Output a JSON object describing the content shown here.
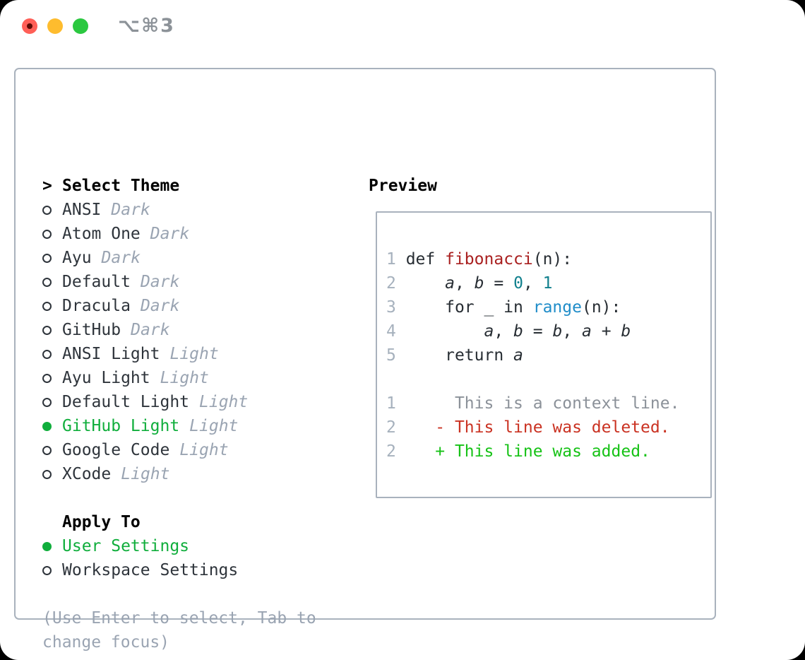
{
  "window": {
    "shortcut_title": "⌥⌘3",
    "traffic_lights": [
      {
        "name": "close",
        "color": "#ff5f57",
        "has_dot": true
      },
      {
        "name": "minimize",
        "color": "#febc2e",
        "has_dot": false
      },
      {
        "name": "maximize",
        "color": "#2bc840",
        "has_dot": false
      }
    ]
  },
  "theme_picker": {
    "header_prefix": ">",
    "header": "Select Theme",
    "items": [
      {
        "label": "ANSI",
        "variant": "Dark",
        "selected": false
      },
      {
        "label": "Atom One",
        "variant": "Dark",
        "selected": false
      },
      {
        "label": "Ayu",
        "variant": "Dark",
        "selected": false
      },
      {
        "label": "Default",
        "variant": "Dark",
        "selected": false
      },
      {
        "label": "Dracula",
        "variant": "Dark",
        "selected": false
      },
      {
        "label": "GitHub",
        "variant": "Dark",
        "selected": false
      },
      {
        "label": "ANSI Light",
        "variant": "Light",
        "selected": false
      },
      {
        "label": "Ayu Light",
        "variant": "Light",
        "selected": false
      },
      {
        "label": "Default Light",
        "variant": "Light",
        "selected": false
      },
      {
        "label": "GitHub Light",
        "variant": "Light",
        "selected": true
      },
      {
        "label": "Google Code",
        "variant": "Light",
        "selected": false
      },
      {
        "label": "XCode",
        "variant": "Light",
        "selected": false
      }
    ]
  },
  "apply_to": {
    "header": "Apply To",
    "items": [
      {
        "label": "User Settings",
        "selected": true
      },
      {
        "label": "Workspace Settings",
        "selected": false
      }
    ]
  },
  "hint_lines": [
    "(Use Enter to select, Tab to",
    "change focus)"
  ],
  "preview": {
    "header": "Preview",
    "lines": [
      {
        "num": "1",
        "tokens": [
          {
            "t": " def ",
            "s": "plain"
          },
          {
            "t": "fibonacci",
            "s": "func"
          },
          {
            "t": "(n):",
            "s": "plain"
          }
        ]
      },
      {
        "num": "2",
        "tokens": [
          {
            "t": "     ",
            "s": "plain"
          },
          {
            "t": "a",
            "s": "var"
          },
          {
            "t": ", ",
            "s": "plain"
          },
          {
            "t": "b",
            "s": "var"
          },
          {
            "t": " = ",
            "s": "plain"
          },
          {
            "t": "0",
            "s": "num"
          },
          {
            "t": ", ",
            "s": "plain"
          },
          {
            "t": "1",
            "s": "num"
          }
        ]
      },
      {
        "num": "3",
        "tokens": [
          {
            "t": "     for _ in ",
            "s": "plain"
          },
          {
            "t": "range",
            "s": "builtin"
          },
          {
            "t": "(n):",
            "s": "plain"
          }
        ]
      },
      {
        "num": "4",
        "tokens": [
          {
            "t": "         ",
            "s": "plain"
          },
          {
            "t": "a",
            "s": "var"
          },
          {
            "t": ", ",
            "s": "plain"
          },
          {
            "t": "b",
            "s": "var"
          },
          {
            "t": " = ",
            "s": "plain"
          },
          {
            "t": "b",
            "s": "var"
          },
          {
            "t": ", ",
            "s": "plain"
          },
          {
            "t": "a",
            "s": "var"
          },
          {
            "t": " + ",
            "s": "plain"
          },
          {
            "t": "b",
            "s": "var"
          }
        ]
      },
      {
        "num": "5",
        "tokens": [
          {
            "t": "     return ",
            "s": "plain"
          },
          {
            "t": "a",
            "s": "var"
          }
        ]
      },
      {
        "num": "",
        "tokens": []
      },
      {
        "num": "1",
        "tokens": [
          {
            "t": "      This is a context line.",
            "s": "context"
          }
        ]
      },
      {
        "num": "2",
        "tokens": [
          {
            "t": "    ",
            "s": "plain"
          },
          {
            "t": "- This line was deleted.",
            "s": "deleted"
          }
        ]
      },
      {
        "num": "2",
        "tokens": [
          {
            "t": "    ",
            "s": "plain"
          },
          {
            "t": "+ This line was added.",
            "s": "added"
          }
        ]
      }
    ]
  },
  "colors": {
    "ink": "#2e343b",
    "dim": "#9aa4b2",
    "green": "#10ae3c",
    "green_add": "#16c216",
    "red": "#ca3222",
    "red_dark": "#a92020",
    "teal": "#11808d",
    "blue": "#208dc9",
    "code": "#272d33",
    "ln": "#a6b1bd",
    "ctx": "#8b9199",
    "border": "#a9b2bd",
    "title_gray": "#8c9298",
    "close_dot": "#5c0b05"
  }
}
